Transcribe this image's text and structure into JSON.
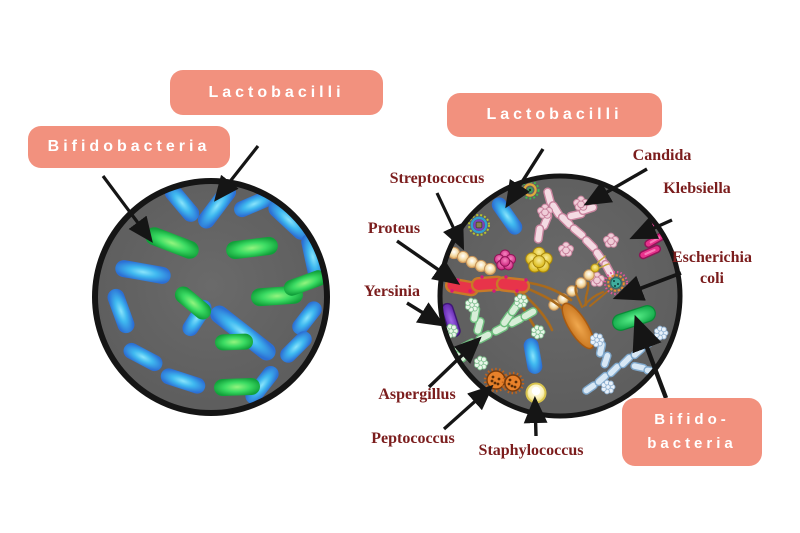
{
  "left_panel": {
    "lactobacilli": "Lactobacilli",
    "bifidobacteria": "Bifidobacteria"
  },
  "right_panel": {
    "lactobacilli": "Lactobacilli",
    "bifido_line1": "Bifido-",
    "bifido_line2": "bacteria",
    "organism_labels": {
      "streptococcus": "Streptococcus",
      "proteus": "Proteus",
      "yersinia": "Yersinia",
      "aspergillus": "Aspergillus",
      "peptococcus": "Peptococcus",
      "staphylococcus": "Staphylococcus",
      "candida": "Candida",
      "klebsiella": "Klebsiella",
      "ecoli_line1": "Escherichia",
      "ecoli_line2": "coli"
    }
  },
  "colors": {
    "pink_box": "#F2917E",
    "label_maroon": "#7B1D1D",
    "dish_gray": "#606060",
    "lactobacilli_blue": "#2E7BD4",
    "bifidobacteria_green": "#12A038",
    "arrow_black": "#151515"
  }
}
